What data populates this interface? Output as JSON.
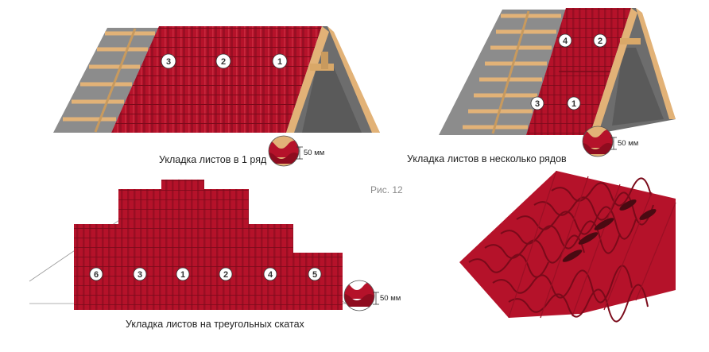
{
  "figure_label": "Рис. 12",
  "captions": {
    "single_row": "Укладка листов в 1 ряд",
    "multi_row": "Укладка листов в несколько рядов",
    "triangular": "Укладка листов на треугольных скатах"
  },
  "overlap": {
    "a": "50 мм",
    "b": "50 мм",
    "c": "50 мм"
  },
  "sheet_numbers": {
    "single_row": [
      "3",
      "2",
      "1"
    ],
    "multi_row": [
      "4",
      "2",
      "3",
      "1"
    ],
    "triangular": [
      "6",
      "3",
      "1",
      "2",
      "4",
      "5"
    ]
  },
  "colors": {
    "sheet": "#b5122a",
    "sheet_dark": "#8e0c1f",
    "timber": "#e2b277",
    "timber_dark": "#b8874d",
    "membrane": "#8c8c8c",
    "gable": "#6d6d6d"
  }
}
